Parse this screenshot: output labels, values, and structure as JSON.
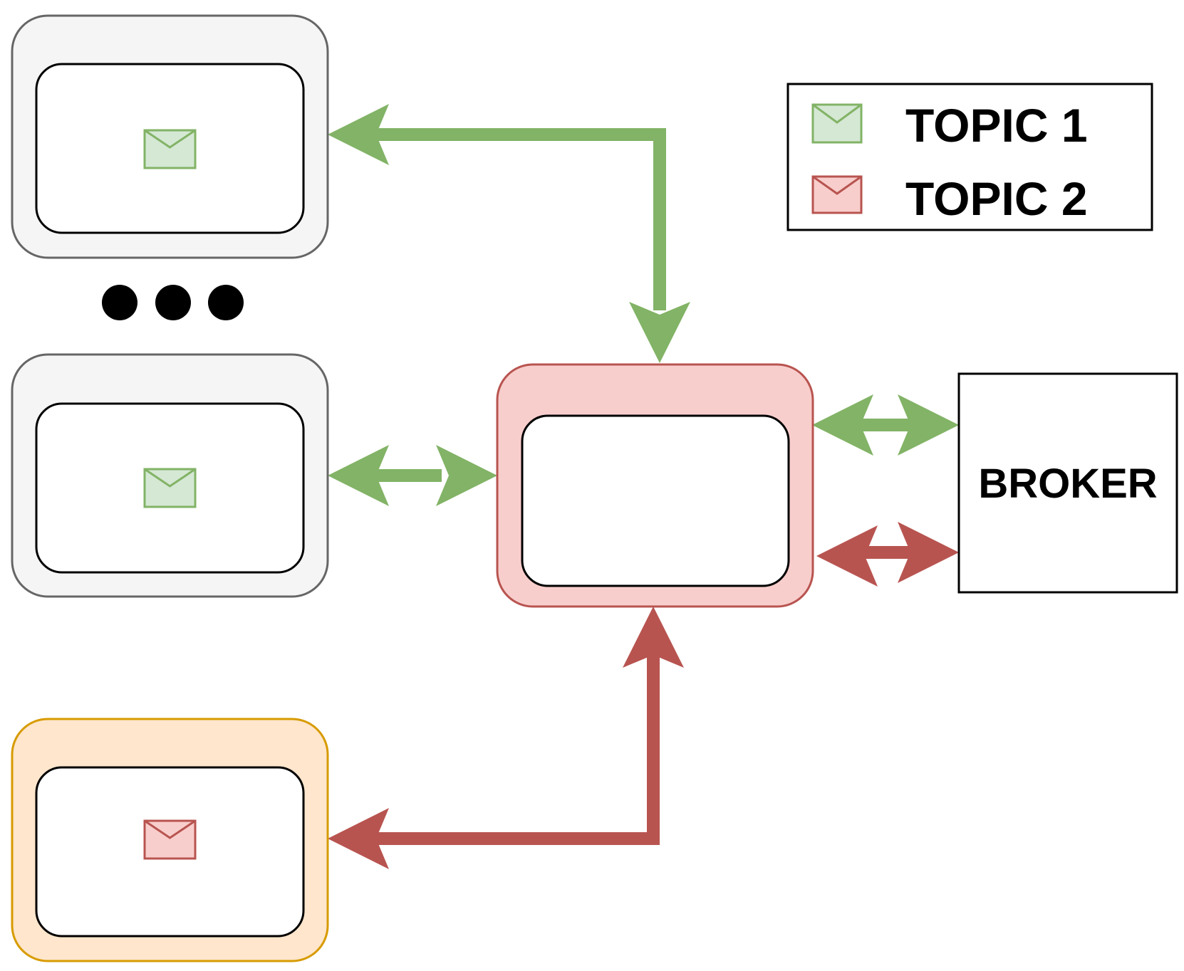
{
  "legend": {
    "items": [
      {
        "label": "TOPIC 1",
        "icon": "envelope-icon",
        "fill": "#d5e8d4",
        "stroke": "#82b366"
      },
      {
        "label": "TOPIC 2",
        "icon": "envelope-icon",
        "fill": "#f8cecc",
        "stroke": "#b85450"
      }
    ]
  },
  "broker": {
    "label": "BROKER"
  },
  "colors": {
    "topic1_arrow": "#82b366",
    "topic2_arrow": "#b85450",
    "client_gray_fill": "#f5f5f5",
    "client_gray_stroke": "#666666",
    "client_orange_fill": "#ffe6cc",
    "client_orange_stroke": "#d79b00",
    "center_fill": "#f8cecc",
    "center_stroke": "#b85450"
  }
}
